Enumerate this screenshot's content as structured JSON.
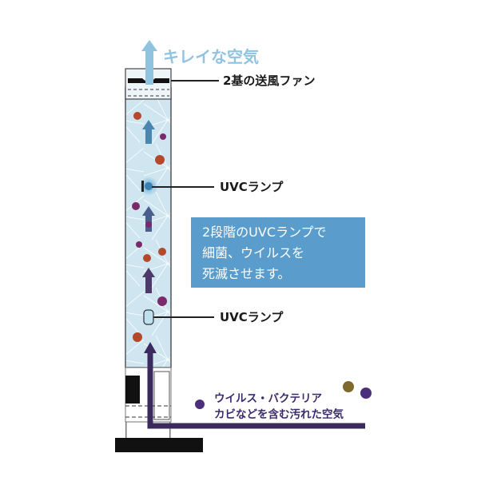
{
  "diagram": {
    "outflow_label": "キレイな空気",
    "callouts": {
      "fans": "2基の送風ファン",
      "uvc_upper": "UVCランプ",
      "uvc_lower": "UVCランプ"
    },
    "info_box": {
      "lines": [
        "2段階のUVCランプで",
        "細菌、ウイルスを",
        "死滅させます。"
      ]
    },
    "inflow_label": {
      "lines": [
        "ウイルス・バクテリア",
        "カビなどを含む汚れた空気"
      ]
    },
    "colors": {
      "clean_air": "#8fc3e0",
      "info_box_bg": "#5a9ccb",
      "dirty_air_path": "#3b2a5e",
      "tower_interior": "#d6ebf3",
      "germ_red": "#b5482a",
      "germ_purple": "#7a2a6a",
      "mold_olive": "#7d6a2c"
    }
  }
}
